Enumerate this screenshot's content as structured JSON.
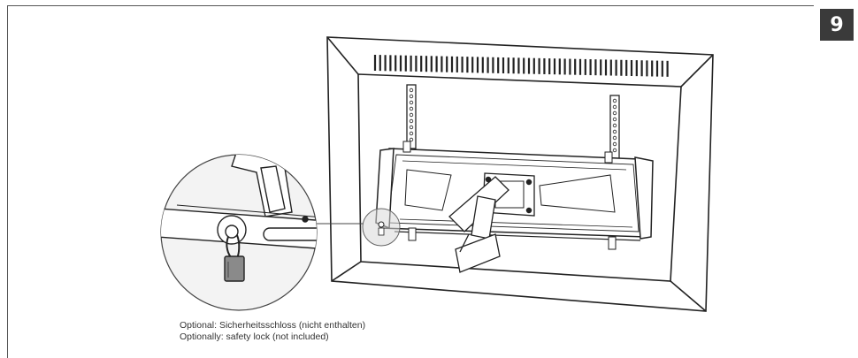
{
  "page": {
    "number": "9"
  },
  "figure": {
    "icon": "tv-wall-mount-with-padlock-detail",
    "caption_de": "Optional: Sicherheitsschloss (nicht enthalten)",
    "caption_en": "Optionally: safety lock (not included)"
  }
}
